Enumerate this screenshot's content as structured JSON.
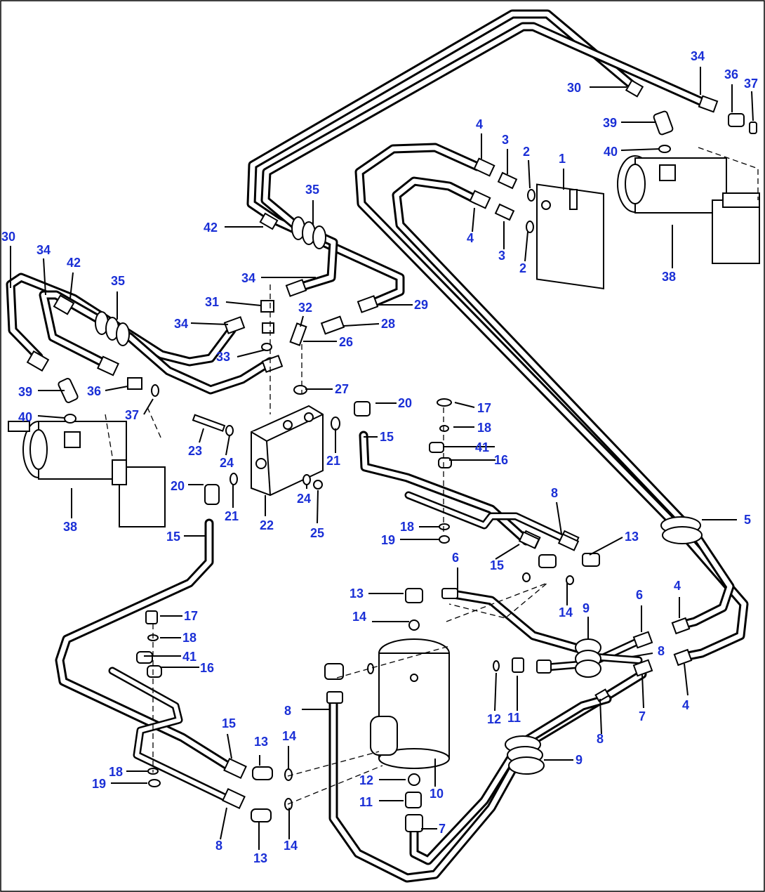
{
  "diagram": {
    "callouts": [
      "1",
      "2",
      "3",
      "4",
      "5",
      "6",
      "7",
      "8",
      "9",
      "10",
      "11",
      "12",
      "13",
      "14",
      "15",
      "16",
      "17",
      "18",
      "19",
      "20",
      "21",
      "22",
      "23",
      "24",
      "25",
      "26",
      "27",
      "28",
      "29",
      "30",
      "31",
      "32",
      "33",
      "34",
      "35",
      "36",
      "37",
      "38",
      "39",
      "40",
      "41",
      "42"
    ]
  },
  "colors": {
    "callout": "#1a2fd6",
    "line": "#000000",
    "background": "#ffffff"
  }
}
